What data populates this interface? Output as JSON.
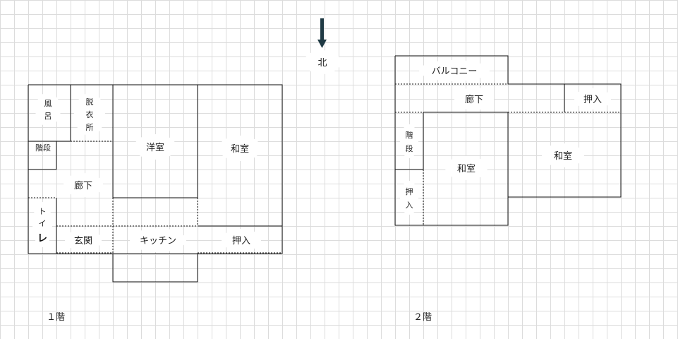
{
  "compass": {
    "label": "北",
    "arrow_color": "#1f3a44"
  },
  "floor1": {
    "caption": "１階",
    "rooms": {
      "bath": [
        "風",
        "呂"
      ],
      "dressing": [
        "脱",
        "衣",
        "所"
      ],
      "stairs": "階段",
      "corridor": "廊下",
      "toilet_top": [
        "ト",
        "イ"
      ],
      "toilet_bottom": "レ",
      "entrance": "玄関",
      "western": "洋室",
      "kitchen": "キッチン",
      "japanese": "和室",
      "closet": "押入"
    }
  },
  "floor2": {
    "caption": "２階",
    "rooms": {
      "balcony": "バルコニー",
      "corridor": "廊下",
      "closet_top": "押入",
      "stairs": [
        "階",
        "段"
      ],
      "closet_left": [
        "押",
        "入"
      ],
      "japanese_left": "和室",
      "japanese_right": "和室"
    }
  }
}
